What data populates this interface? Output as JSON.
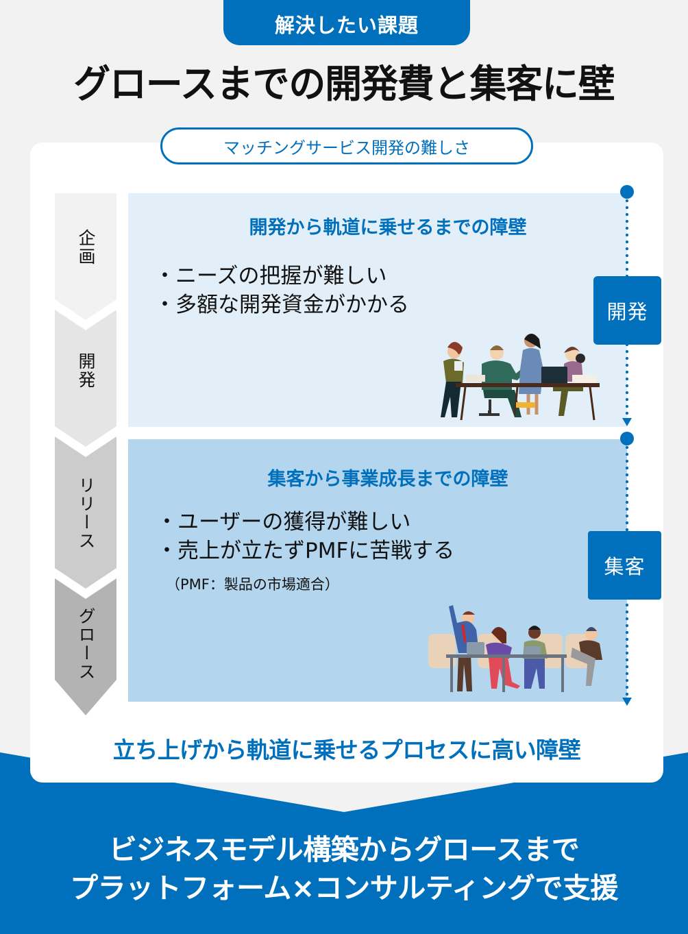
{
  "header": {
    "tag": "解決したい課題",
    "headline": "グロースまでの開発費と集客に壁"
  },
  "card": {
    "subtitle": "マッチングサービス開発の難しさ",
    "stages": [
      "企画",
      "開発",
      "リリース",
      "グロース"
    ],
    "panels": [
      {
        "title": "開発から軌道に乗せるまでの障壁",
        "bullets": [
          "ニーズの把握が難しい",
          "多額な開発資金がかかる"
        ],
        "phase": "開発",
        "illustration": "team-meeting-at-desk"
      },
      {
        "title": "集客から事業成長までの障壁",
        "bullets": [
          "ユーザーの獲得が難しい",
          "売上が立たずPMFに苦戦する"
        ],
        "note": "（PMF：製品の市場適合）",
        "phase": "集客",
        "illustration": "business-discussion-in-chairs"
      }
    ],
    "conclusion": "立ち上げから軌道に乗せるプロセスに高い障壁"
  },
  "cta": {
    "line1": "ビジネスモデル構築からグロースまで",
    "line2": "プラットフォーム×コンサルティングで支援"
  },
  "colors": {
    "brand_blue": "#0070bd",
    "panel_light": "#e2eff8",
    "panel_mid": "#b3d5ee",
    "background": "#f2f2f2"
  }
}
